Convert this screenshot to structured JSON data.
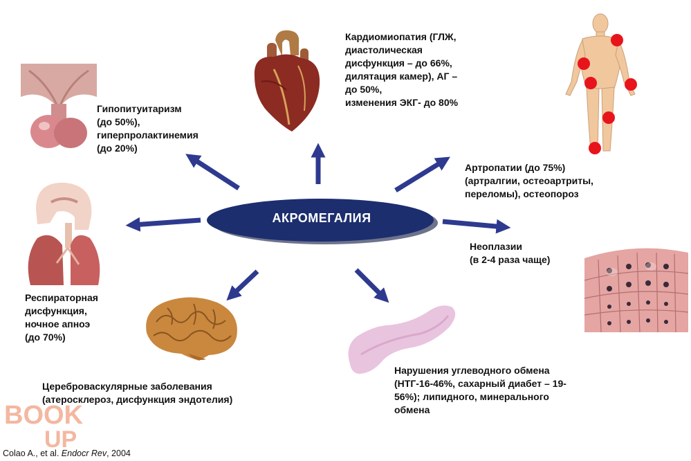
{
  "center": {
    "label": "АКРОМЕГАЛИЯ"
  },
  "nodes": {
    "pituitary": {
      "text": "Гипопитуитаризм\n(до 50%),\n гиперпролактинемия\n(до 20%)"
    },
    "cardio": {
      "text": "Кардиомиопатия (ГЛЖ,\nдиастолическая\nдисфункция – до 66%,\nдилятация камер), АГ –\nдо 50%,\nизменения ЭКГ- до 80%"
    },
    "arthro": {
      "text": "Артропатии (до 75%)\n(артралгии, остеоартриты,\nпереломы), остеопороз"
    },
    "neoplasia": {
      "text": "Неоплазии\n(в 2-4 раза чаще)"
    },
    "respiratory": {
      "text": "Респираторная\nдисфункция,\nночное апноэ\n(до 70%)"
    },
    "cerebro": {
      "text": "Цереброваскулярные заболевания\n(атеросклероз, дисфункция эндотелия)"
    },
    "metabolic": {
      "text": "Нарушения углеводного обмена\n(НТГ-16-46%, сахарный диабет – 19-\n56%); липидного, минерального\nобмена"
    }
  },
  "citation": {
    "authors": "Colao A., et al. ",
    "journal": "Endocr Rev",
    "year": ", 2004"
  },
  "watermark": {
    "line1": "BOOK",
    "line2": "UP"
  },
  "colors": {
    "center_oval": "#1c2e6e",
    "arrow": "#2e3a8f",
    "joint_marker": "#e8141c",
    "watermark": "#f4b7a0"
  }
}
